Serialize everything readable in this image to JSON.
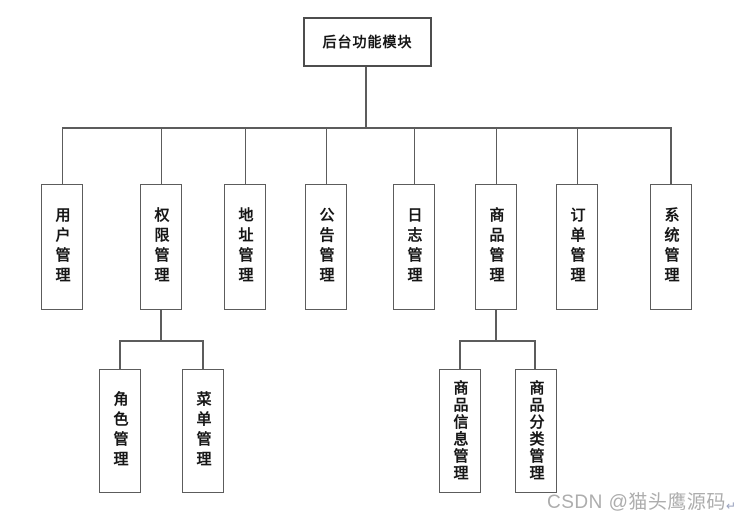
{
  "diagram": {
    "title": "后台功能模块",
    "root": {
      "label": "后台功能模块"
    },
    "level1": [
      {
        "label": "用户管理"
      },
      {
        "label": "权限管理",
        "children": [
          {
            "label": "角色管理"
          },
          {
            "label": "菜单管理"
          }
        ]
      },
      {
        "label": "地址管理"
      },
      {
        "label": "公告管理"
      },
      {
        "label": "日志管理"
      },
      {
        "label": "商品管理",
        "children": [
          {
            "label": "商品信息管理"
          },
          {
            "label": "商品分类管理"
          }
        ]
      },
      {
        "label": "订单管理"
      },
      {
        "label": "系统管理"
      }
    ]
  },
  "watermark": {
    "text": "CSDN @猫头鹰源码",
    "return_symbol": "↵",
    "color": "#adadad"
  },
  "colors": {
    "background": "#ffffff",
    "box_border": "#5c5c5c",
    "line": "#5c5c5c",
    "text": "#161616"
  }
}
